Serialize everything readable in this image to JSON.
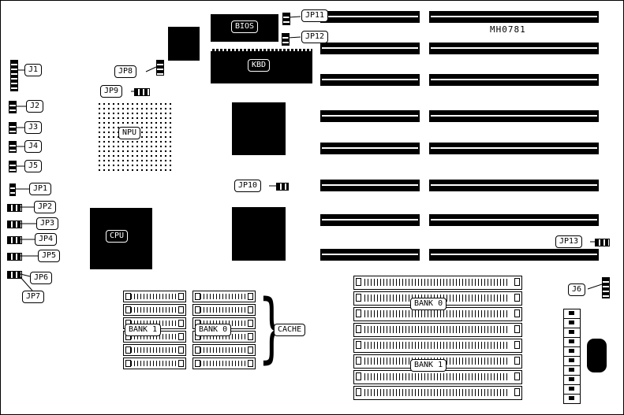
{
  "diagram": {
    "model": "MH0781",
    "cache_brace": "}",
    "chips": {
      "bios": "BIOS",
      "kbd": "KBD",
      "npu": "NPU",
      "cpu": "CPU"
    },
    "memory": {
      "cache": "CACHE",
      "left_bank1": "BANK 1",
      "left_bank0": "BANK 0",
      "right_bank0": "BANK 0",
      "right_bank1": "BANK 1"
    },
    "connectors": {
      "j1": "J1",
      "j2": "J2",
      "j3": "J3",
      "j4": "J4",
      "j5": "J5",
      "j6": "J6",
      "jp1": "JP1",
      "jp2": "JP2",
      "jp3": "JP3",
      "jp4": "JP4",
      "jp5": "JP5",
      "jp6": "JP6",
      "jp7": "JP7",
      "jp8": "JP8",
      "jp9": "JP9",
      "jp10": "JP10",
      "jp11": "JP11",
      "jp12": "JP12",
      "jp13": "JP13"
    }
  }
}
